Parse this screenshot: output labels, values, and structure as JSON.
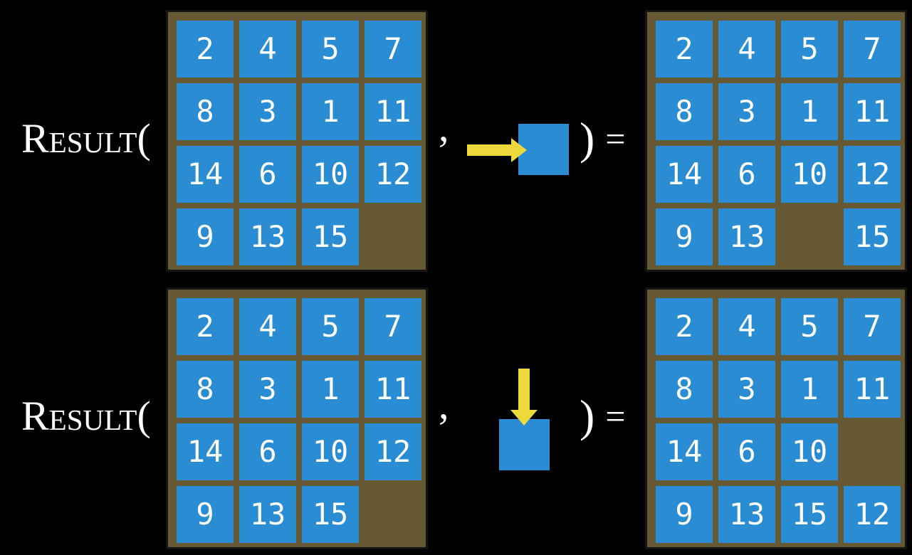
{
  "figure": "fifteen-puzzle RESULT function examples",
  "function_label": "Result(",
  "comma": ",",
  "close": {
    "paren": ")",
    "equals": "="
  },
  "colors": {
    "background": "#000000",
    "tile_blue": "#2a8cd2",
    "frame_brown": "#655833",
    "frame_border": "#141410",
    "arrow_yellow": "#eed93c",
    "text_white": "#ffffff"
  },
  "rows": [
    {
      "name": "move-right-example",
      "action_icon": "arrow-right-into-tile-icon",
      "before": [
        [
          2,
          4,
          5,
          7
        ],
        [
          8,
          3,
          1,
          11
        ],
        [
          14,
          6,
          10,
          12
        ],
        [
          9,
          13,
          15,
          null
        ]
      ],
      "after": [
        [
          2,
          4,
          5,
          7
        ],
        [
          8,
          3,
          1,
          11
        ],
        [
          14,
          6,
          10,
          12
        ],
        [
          9,
          13,
          null,
          15
        ]
      ]
    },
    {
      "name": "move-down-example",
      "action_icon": "arrow-down-into-tile-icon",
      "before": [
        [
          2,
          4,
          5,
          7
        ],
        [
          8,
          3,
          1,
          11
        ],
        [
          14,
          6,
          10,
          12
        ],
        [
          9,
          13,
          15,
          null
        ]
      ],
      "after": [
        [
          2,
          4,
          5,
          7
        ],
        [
          8,
          3,
          1,
          11
        ],
        [
          14,
          6,
          10,
          null
        ],
        [
          9,
          13,
          15,
          12
        ]
      ]
    }
  ]
}
